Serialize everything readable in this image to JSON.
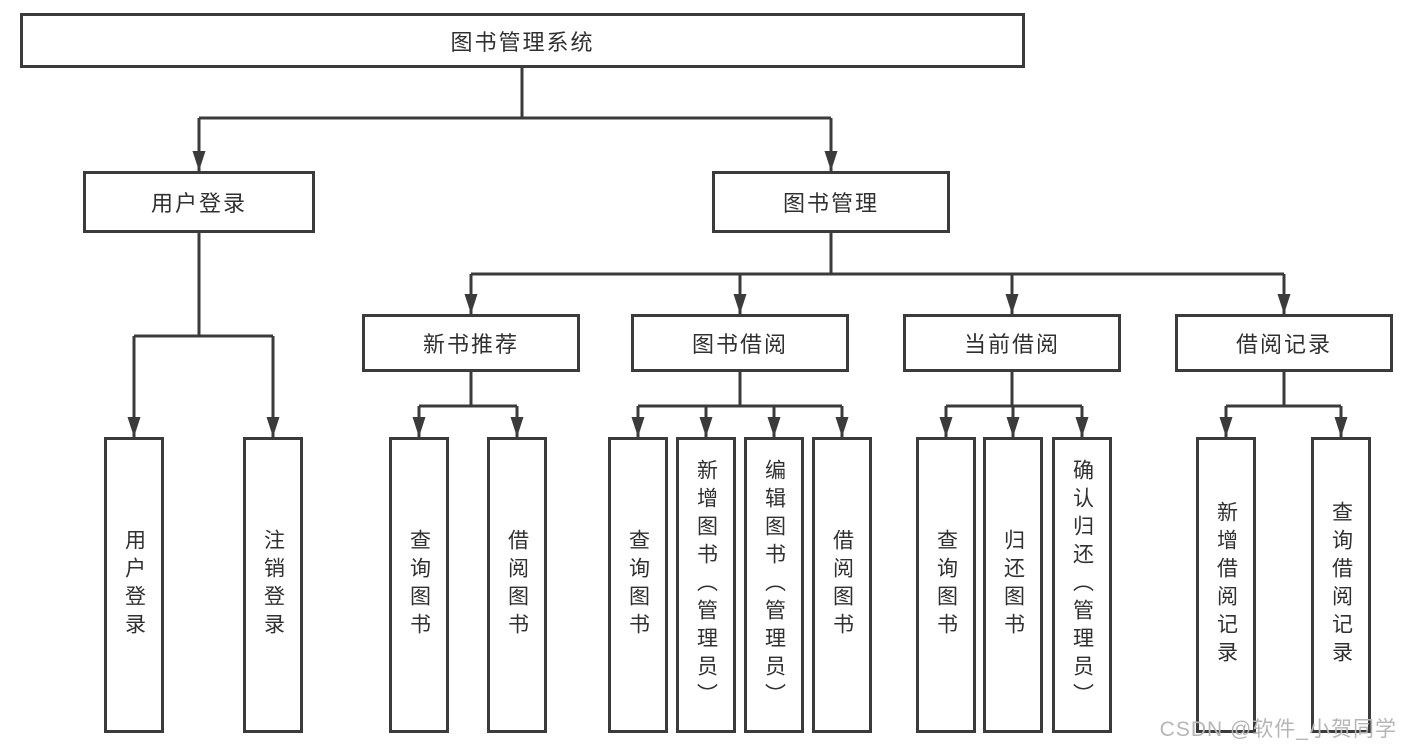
{
  "tree": {
    "label": "图书管理系统",
    "children": [
      {
        "label": "用户登录",
        "children": [
          {
            "label": "用户登录"
          },
          {
            "label": "注销登录"
          }
        ]
      },
      {
        "label": "图书管理",
        "children": [
          {
            "label": "新书推荐",
            "children": [
              {
                "label": "查询图书"
              },
              {
                "label": "借阅图书"
              }
            ]
          },
          {
            "label": "图书借阅",
            "children": [
              {
                "label": "查询图书"
              },
              {
                "label": "新增图书（管理员）"
              },
              {
                "label": "编辑图书（管理员）"
              },
              {
                "label": "借阅图书"
              }
            ]
          },
          {
            "label": "当前借阅",
            "children": [
              {
                "label": "查询图书"
              },
              {
                "label": "归还图书"
              },
              {
                "label": "确认归还（管理员）"
              }
            ]
          },
          {
            "label": "借阅记录",
            "children": [
              {
                "label": "新增借阅记录"
              },
              {
                "label": "查询借阅记录"
              }
            ]
          }
        ]
      }
    ]
  },
  "watermark": {
    "text": "CSDN @软件_小贺同学"
  },
  "colors": {
    "line": "#3b3b3b",
    "text": "#303030",
    "background": "#ffffff",
    "watermark": "#b6b6b6"
  }
}
